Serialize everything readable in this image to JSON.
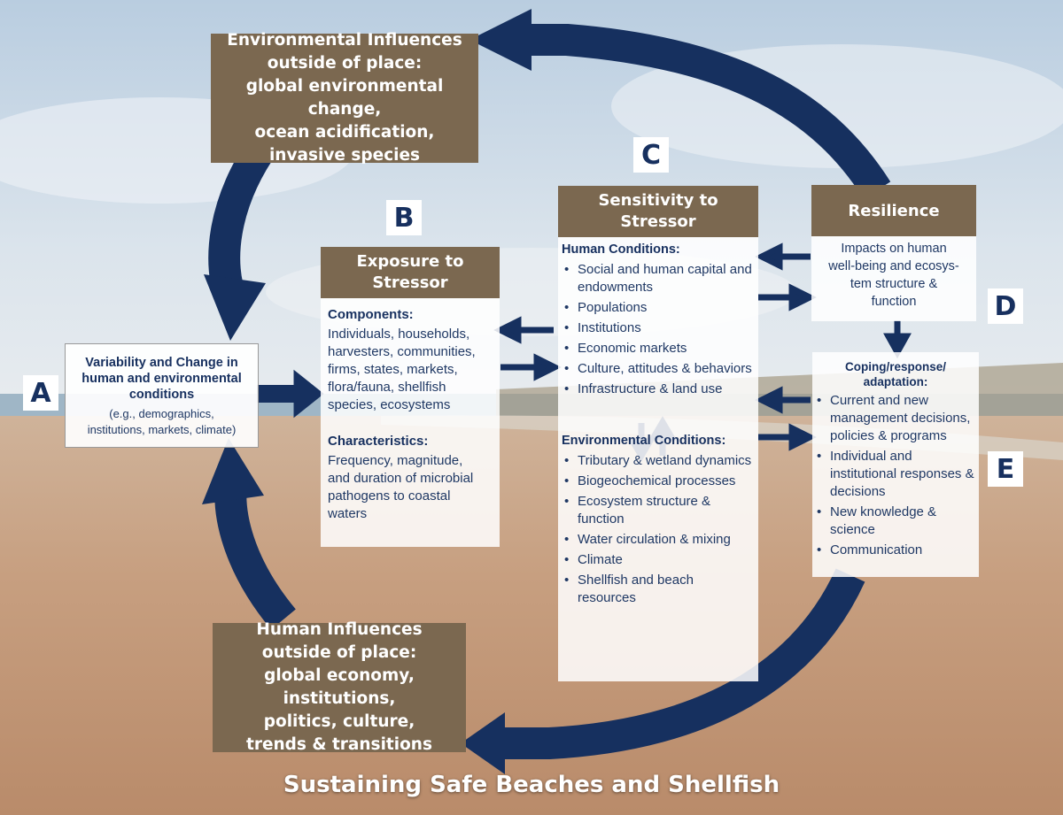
{
  "colors": {
    "brown": "#7b6850",
    "navy": "#16305f",
    "sky": "#c7d6e4",
    "sand": "#caa182"
  },
  "env_influences": {
    "lines": [
      "Environmental Influences",
      "outside of place:",
      "global environmental change,",
      "ocean acidification,",
      "invasive species"
    ]
  },
  "human_influences": {
    "lines": [
      "Human Influences",
      "outside of place:",
      "global economy, institutions,",
      "politics, culture,",
      "trends & transitions"
    ]
  },
  "labels": {
    "a": "A",
    "b": "B",
    "c": "C",
    "d": "D",
    "e": "E"
  },
  "variability": {
    "title_lines": [
      "Variability and Change in",
      "human and environmental",
      "conditions"
    ],
    "note_lines": [
      "(e.g., demographics,",
      "institutions, markets, climate)"
    ]
  },
  "exposure": {
    "title_lines": [
      "Exposure to",
      "Stressor"
    ],
    "components_heading": "Components:",
    "components_lines": [
      "Individuals, households,",
      "harvesters, communities,",
      "firms, states, markets,",
      "flora/fauna, shellfish",
      "species, ecosystems"
    ],
    "characteristics_heading": "Characteristics:",
    "characteristics_lines": [
      "Frequency, magnitude,",
      "and duration of microbial",
      "pathogens to coastal",
      "waters"
    ]
  },
  "sensitivity": {
    "title_lines": [
      "Sensitivity to",
      "Stressor"
    ],
    "human_heading": "Human Conditions:",
    "human_items": [
      "Social and human capital and endowments",
      "Populations",
      "Institutions",
      "Economic markets",
      "Culture, attitudes & behaviors",
      "Infrastructure & land use"
    ],
    "env_heading": "Environmental Conditions:",
    "env_items": [
      "Tributary & wetland dynamics",
      "Biogeochemical processes",
      "Ecosystem structure & function",
      "Water circulation & mixing",
      "Climate",
      "Shellfish and beach resources"
    ]
  },
  "resilience": {
    "title": "Resilience",
    "impacts_lines": [
      "Impacts on human",
      "well-being and ecosys-",
      "tem structure &",
      "function"
    ]
  },
  "coping": {
    "heading_lines": [
      "Coping/response/",
      "adaptation:"
    ],
    "items": [
      "Current and new management decisions, policies & programs",
      "Individual and institutional responses & decisions",
      "New knowledge & science",
      "Communication"
    ]
  },
  "footer": "Sustaining Safe Beaches and Shellfish"
}
